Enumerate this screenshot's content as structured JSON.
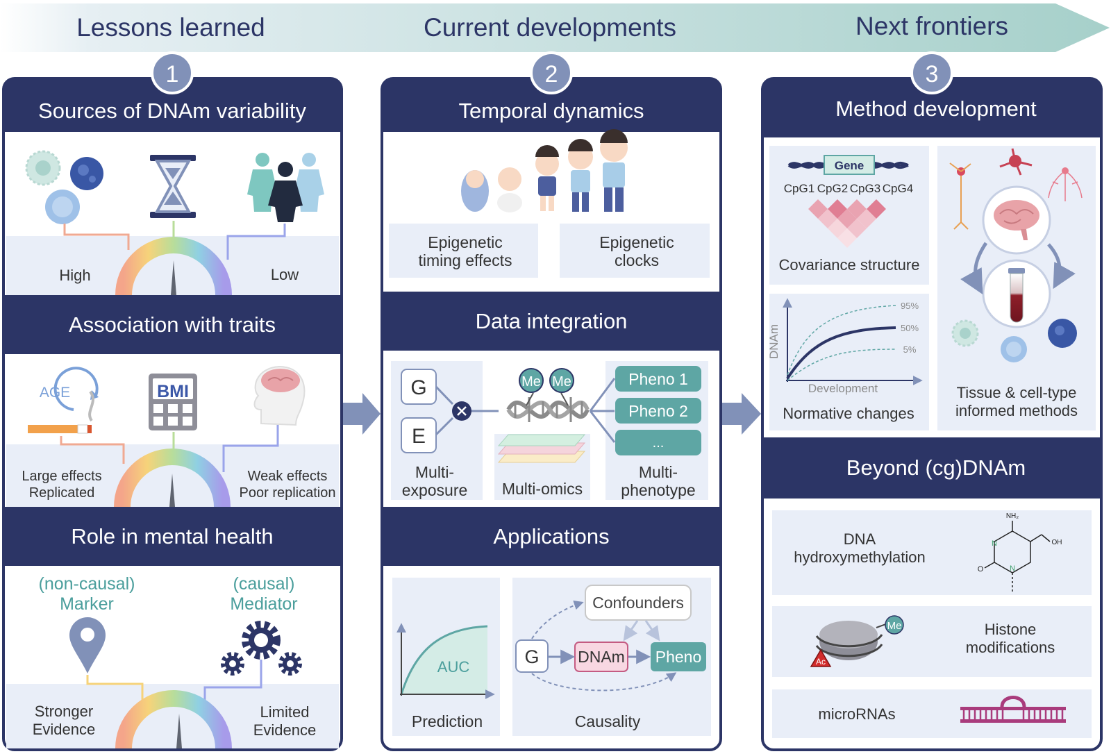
{
  "banner": {
    "phases": [
      "Lessons learned",
      "Current developments",
      "Next frontiers"
    ],
    "numbers": [
      "1",
      "2",
      "3"
    ]
  },
  "colors": {
    "navy": "#2c3566",
    "panel": "#e9eef8",
    "teal": "#5ea6a4",
    "tealText": "#4a9e9c",
    "arrow": "#8191b8",
    "bannerStart": "#e4eef2",
    "bannerEnd": "#a9d2cc"
  },
  "col1": {
    "s1": {
      "title": "Sources of DNAm variability",
      "left": "High",
      "right": "Low"
    },
    "s2": {
      "title": "Association with traits",
      "age": "AGE",
      "bmi": "BMI",
      "left": [
        "Large effects",
        "Replicated"
      ],
      "right": [
        "Weak effects",
        "Poor replication"
      ]
    },
    "s3": {
      "title": "Role in mental health",
      "marker": [
        "(non-causal)",
        "Marker"
      ],
      "mediator": [
        "(causal)",
        "Mediator"
      ],
      "left": [
        "Stronger",
        "Evidence"
      ],
      "right": [
        "Limited",
        "Evidence"
      ]
    }
  },
  "col2": {
    "s1": {
      "title": "Temporal dynamics",
      "a": [
        "Epigenetic",
        "timing effects"
      ],
      "b": [
        "Epigenetic",
        "clocks"
      ]
    },
    "s2": {
      "title": "Data integration",
      "g": "G",
      "e": "E",
      "me": "Me",
      "exposure": [
        "Multi-",
        "exposure"
      ],
      "omics": "Multi-omics",
      "phenos": [
        "Pheno 1",
        "Pheno 2",
        "..."
      ],
      "phenotype": [
        "Multi-",
        "phenotype"
      ]
    },
    "s3": {
      "title": "Applications",
      "auc": "AUC",
      "prediction": "Prediction",
      "confounders": "Confounders",
      "g": "G",
      "dnam": "DNAm",
      "pheno": "Pheno",
      "causality": "Causality"
    }
  },
  "col3": {
    "s1": {
      "title": "Method development",
      "gene": "Gene",
      "cpgs": [
        "CpG1",
        "CpG2",
        "CpG3",
        "CpG4"
      ],
      "covariance": "Covariance structure",
      "ylabel": "DNAm",
      "xlabel": "Development",
      "pcts": [
        "95%",
        "50%",
        "5%"
      ],
      "normative": "Normative changes",
      "tissue": [
        "Tissue & cell-type",
        "informed methods"
      ]
    },
    "s2": {
      "title": "Beyond (cg)DNAm",
      "hydroxy": [
        "DNA",
        "hydroxymethylation"
      ],
      "chem": {
        "nh2": "NH₂",
        "oh": "OH",
        "n": "N",
        "o": "O"
      },
      "histone": [
        "Histone",
        "modifications"
      ],
      "me": "Me",
      "ac": "Ac",
      "micro": "microRNAs"
    }
  }
}
